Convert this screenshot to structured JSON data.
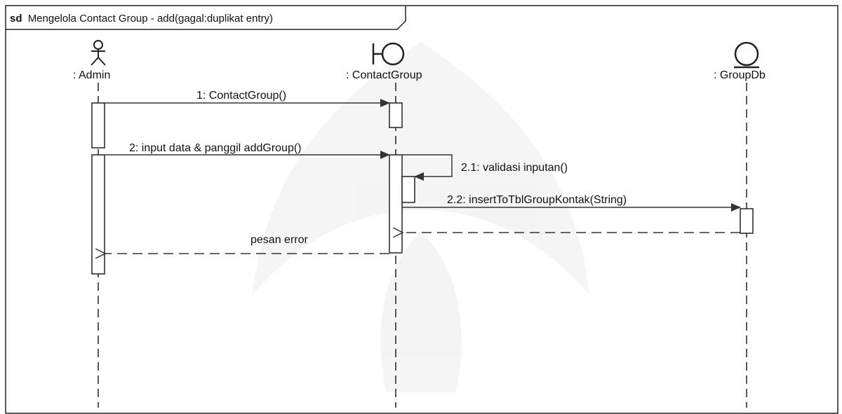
{
  "frame": {
    "keyword": "sd",
    "title": "Mengelola Contact Group - add(gagal:duplikat entry)"
  },
  "lifelines": [
    {
      "name": ": Admin",
      "kind": "actor"
    },
    {
      "name": ": ContactGroup",
      "kind": "boundary"
    },
    {
      "name": ": GroupDb",
      "kind": "entity"
    }
  ],
  "messages": [
    {
      "label": "1: ContactGroup()",
      "type": "call"
    },
    {
      "label": "2: input data & panggil addGroup()",
      "type": "call"
    },
    {
      "label": "2.1: validasi inputan()",
      "type": "self"
    },
    {
      "label": "2.2: insertToTblGroupKontak(String)",
      "type": "call"
    },
    {
      "label": "",
      "type": "return"
    },
    {
      "label": "pesan error",
      "type": "return"
    }
  ]
}
